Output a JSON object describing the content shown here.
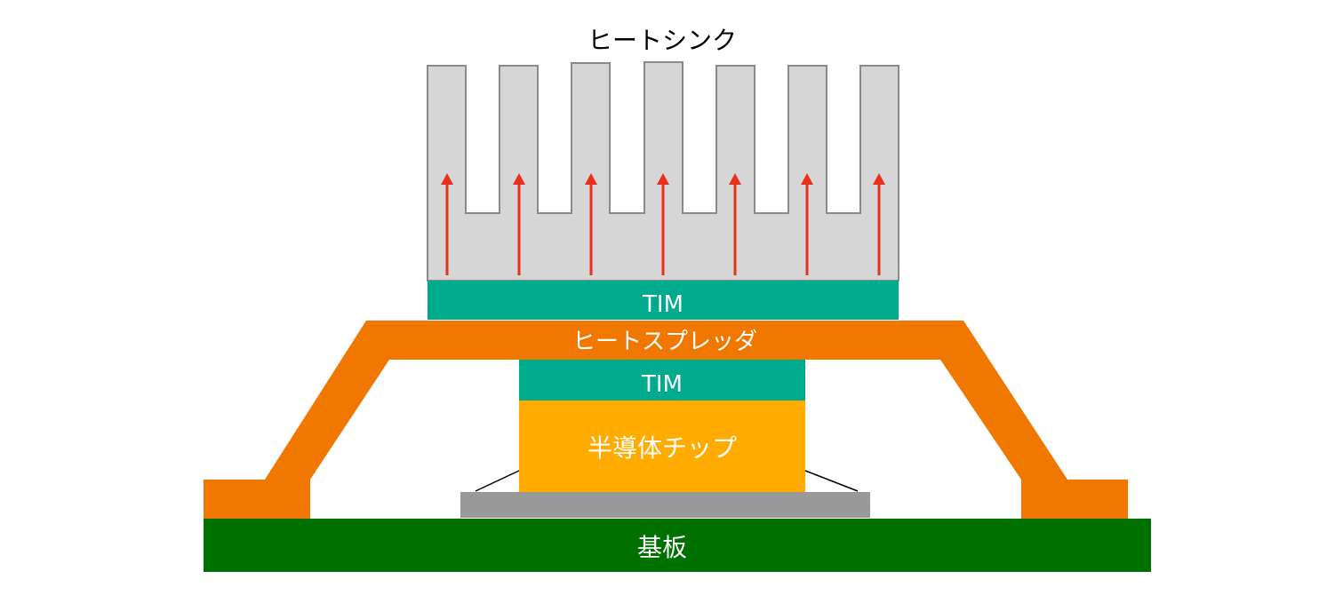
{
  "labels": {
    "heatsink": "ヒートシンク",
    "tim_top": "TIM",
    "heat_spreader": "ヒートスプレッダ",
    "tim_bottom": "TIM",
    "chip": "半導体チップ",
    "substrate": "基板"
  },
  "colors": {
    "heatsink_fill": "#d6d6d6",
    "heatsink_stroke": "#8a8a8a",
    "tim": "#00aa8c",
    "heat_spreader": "#f07800",
    "chip": "#ffab00",
    "interposer": "#999999",
    "substrate": "#007000",
    "arrow": "#e8301c",
    "label_dark": "#000000",
    "label_light": "#ffffff"
  },
  "arrow_count": 7
}
